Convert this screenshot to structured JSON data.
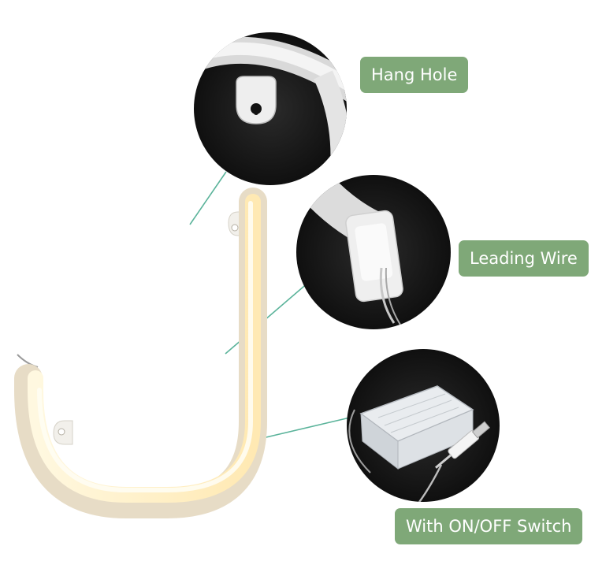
{
  "labels": {
    "hang_hole": "Hang Hole",
    "leading_wire": "Leading Wire",
    "switch": "With ON/OFF Switch"
  },
  "colors": {
    "label_bg": "#7fa878",
    "label_text": "#ffffff",
    "leader_line": "#5ab39a",
    "neon_glow": "#fff3cf",
    "neon_body": "#f7ecd7",
    "zoom_bg": "#111111"
  }
}
